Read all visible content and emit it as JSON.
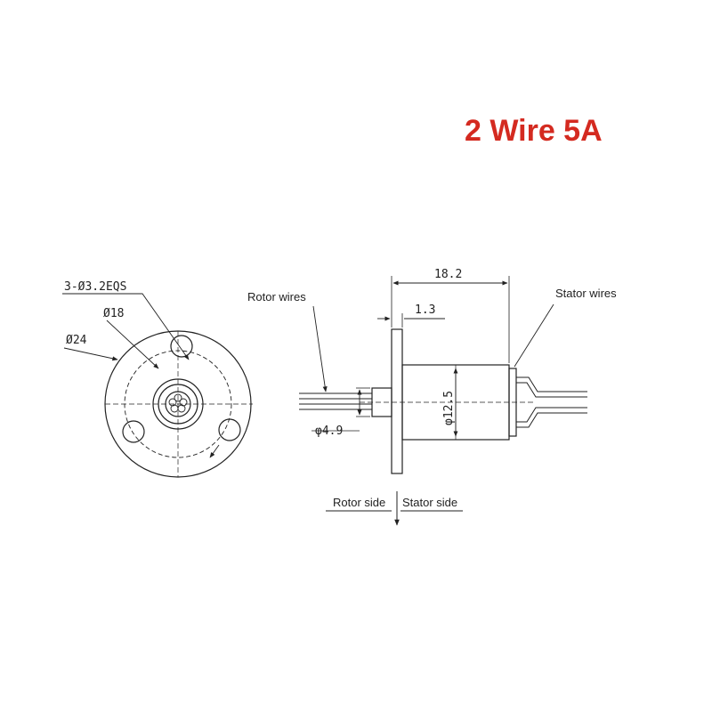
{
  "title": {
    "text": "2 Wire 5A",
    "color": "#d42a20"
  },
  "front_view": {
    "holes_label": "3-Ø3.2EQS",
    "pcd_label": "Ø18",
    "outer_label": "Ø24"
  },
  "side_view": {
    "length_label": "18.2",
    "flange_label": "1.3",
    "shaft_label": "φ4.9",
    "body_label": "φ12.5",
    "rotor_wires_label": "Rotor wires",
    "stator_wires_label": "Stator wires"
  },
  "sides": {
    "rotor_label": "Rotor side",
    "stator_label": "Stator side"
  }
}
